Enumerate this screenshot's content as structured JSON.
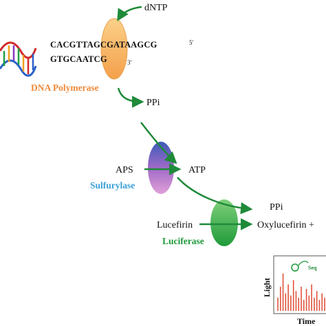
{
  "colors": {
    "arrow": "#1f8a3a",
    "dna_polymerase": "#f08a3a",
    "sulfurylase": "#3aa0d8",
    "luciferase": "#1f9a3a",
    "peaks": "#e0523a"
  },
  "top": {
    "dntp": "dNTP",
    "template_strand": "CACGTTAGCGATAAGCG",
    "template_end": "5'",
    "primer_strand": "GTGCAATCG",
    "primer_end": "3'",
    "dna_icon": "dna-double-helix",
    "dna_polymerase": "DNA Polymerase"
  },
  "middle": {
    "ppi": "PPi",
    "aps": "APS",
    "atp": "ATP",
    "sulfurylase": "Sulfurylase"
  },
  "bottom": {
    "ppi_out": "PPi",
    "lucefirin": "Lucefirin",
    "oxylucefirin": "Oxylucefirin +",
    "luciferase": "Luciferase"
  },
  "pyrogram": {
    "ylabel": "Light",
    "xlabel": "Time",
    "annotation": "Seq"
  },
  "chart_data": {
    "type": "bar",
    "xlabel": "Time",
    "ylabel": "Light",
    "annotation": "Seq",
    "values": [
      0.3,
      0.55,
      0.85,
      0.4,
      0.6,
      0.35,
      0.7,
      0.45,
      0.3,
      0.55,
      0.25,
      0.5,
      0.35,
      0.6,
      0.3,
      0.45,
      0.25,
      0.4,
      0.3
    ]
  }
}
